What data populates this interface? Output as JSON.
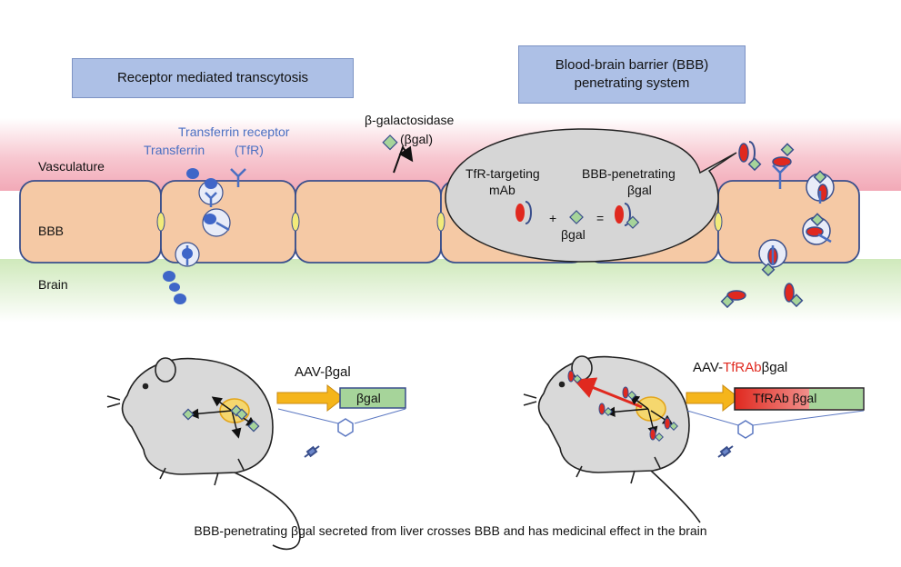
{
  "headers": {
    "left": "Receptor mediated transcytosis",
    "right_line1": "Blood-brain barrier (BBB)",
    "right_line2": "penetrating system"
  },
  "regions": {
    "vasculature": "Vasculature",
    "bbb": "BBB",
    "brain": "Brain"
  },
  "labels": {
    "transferrin_receptor": "Transferrin receptor",
    "transferrin": "Transferrin",
    "tfr": "(TfR)",
    "beta_gal_line1": "β-galactosidase",
    "beta_gal_line2": "(βgal)"
  },
  "bubble": {
    "tfr_line1": "TfR-targeting",
    "tfr_line2": "mAb",
    "bbb_line1": "BBB-penetrating",
    "bbb_line2": "βgal",
    "plus": "+",
    "equals": "=",
    "bgal": "βgal"
  },
  "left_mouse": {
    "vector": "AAV-βgal",
    "cassette": "βgal"
  },
  "right_mouse": {
    "vector_prefix": "AAV-",
    "vector_red": "TfRAb",
    "vector_suffix": "βgal",
    "cassette": "TfRAb βgal"
  },
  "caption": "BBB-penetrating βgal secreted from liver crosses BBB and has medicinal effect in the brain",
  "colors": {
    "vasculature": "#f3b8c4",
    "cell": "#f5c9a5",
    "cell_border": "#3a4f8c",
    "brain": "#d8efc4",
    "header_box": "#adc0e6",
    "receptor": "#4a6fc2",
    "antibody_red": "#e0291f",
    "bgal_green": "#a6d49a",
    "arrow_orange": "#f5b51b"
  }
}
